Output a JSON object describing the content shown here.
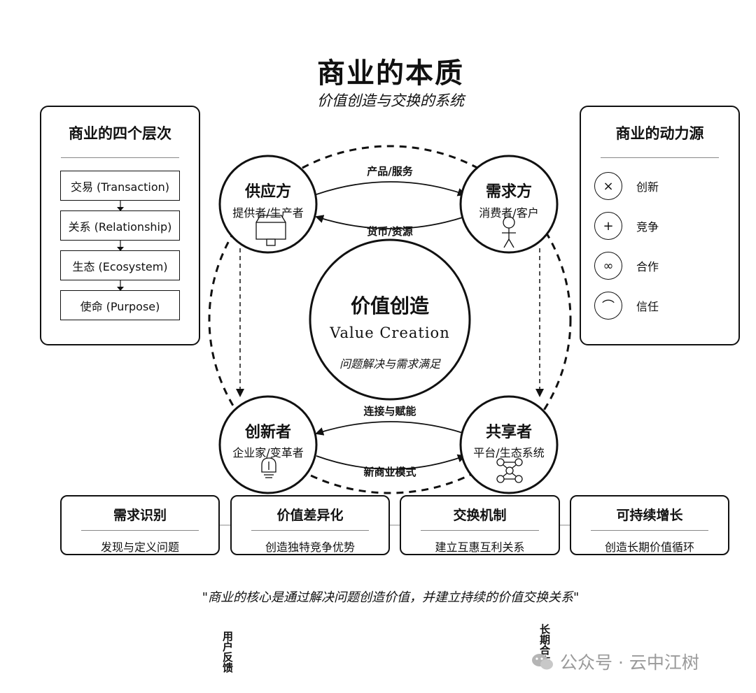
{
  "title": "商业的本质",
  "subtitle": "价值创造与交换的系统",
  "left_panel": {
    "title": "商业的四个层次",
    "levels": [
      "交易 (Transaction)",
      "关系 (Relationship)",
      "生态 (Ecosystem)",
      "使命 (Purpose)"
    ]
  },
  "right_panel": {
    "title": "商业的动力源",
    "drivers": [
      {
        "label": "创新",
        "icon": "×",
        "icon_name": "cross-icon"
      },
      {
        "label": "竞争",
        "icon": "+",
        "icon_name": "plus-icon"
      },
      {
        "label": "合作",
        "icon": "∞",
        "icon_name": "infinity-icon"
      },
      {
        "label": "信任",
        "icon": "⌒",
        "icon_name": "arc-icon"
      }
    ]
  },
  "nodes": {
    "supplier": {
      "title": "供应方",
      "subtitle": "提供者/生产者",
      "icon": "shop-icon"
    },
    "demander": {
      "title": "需求方",
      "subtitle": "消费者/客户",
      "icon": "person-icon"
    },
    "innovator": {
      "title": "创新者",
      "subtitle": "企业家/变革者",
      "icon": "lightbulb-icon"
    },
    "sharer": {
      "title": "共享者",
      "subtitle": "平台/生态系统",
      "icon": "network-icon"
    }
  },
  "flows": {
    "top_forward": "产品/服务",
    "top_backward": "货币/资源",
    "bottom_top": "连接与赋能",
    "bottom_bottom": "新商业模式"
  },
  "center": {
    "title": "价值创造",
    "english": "Value Creation",
    "description": "问题解决与需求满足"
  },
  "stages": [
    {
      "title": "需求识别",
      "desc": "发现与定义问题"
    },
    {
      "title": "价值差异化",
      "desc": "创造独特竞争优势"
    },
    {
      "title": "交换机制",
      "desc": "建立互惠互利关系"
    },
    {
      "title": "可持续增长",
      "desc": "创造长期价值循环"
    }
  ],
  "quote": "\"商业的核心是通过解决问题创造价值，并建立持续的价值交换关系\"",
  "vertical_labels": {
    "left": "用户反馈",
    "right": "长期合作"
  },
  "watermark": "公众号 · 云中江树"
}
